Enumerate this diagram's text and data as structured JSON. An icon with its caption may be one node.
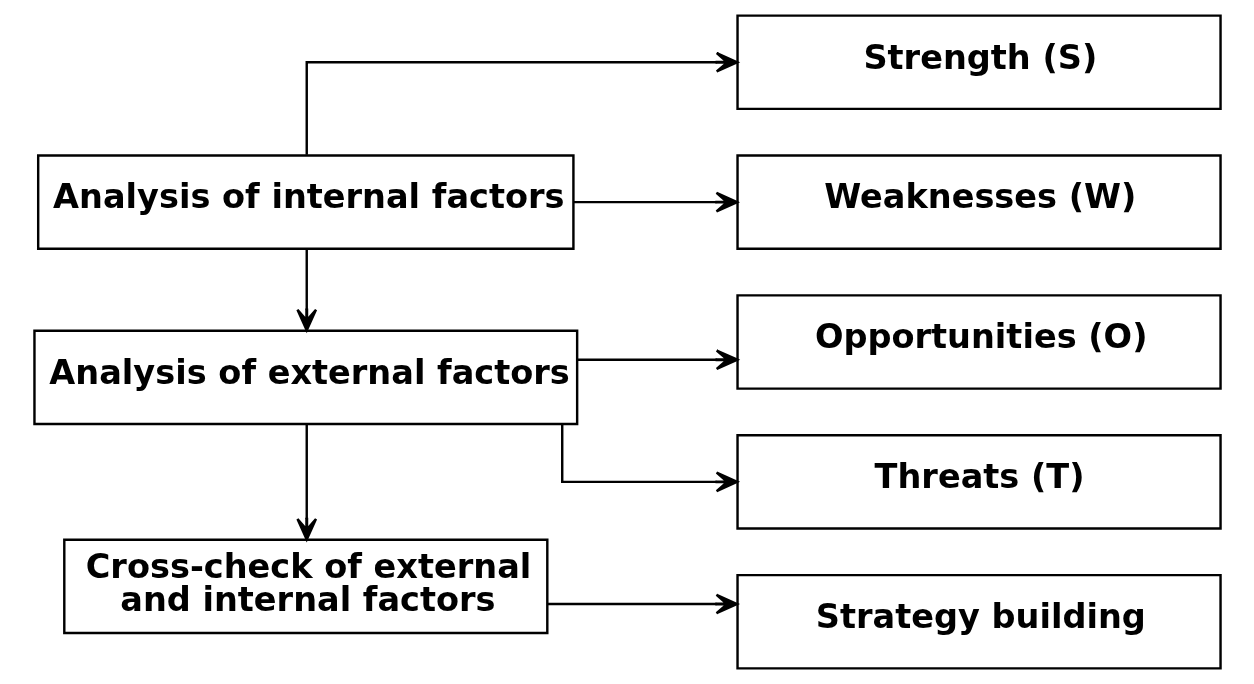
{
  "diagram": {
    "nodes": [
      {
        "text": [
          "Analysis of internal factors"
        ]
      },
      {
        "text": [
          "Strength (S)"
        ]
      },
      {
        "text": [
          "Weaknesses (W)"
        ]
      },
      {
        "text": [
          "Analysis of external factors"
        ]
      },
      {
        "text": [
          "Opportunities (O)"
        ]
      },
      {
        "text": [
          "Threats (T)"
        ]
      },
      {
        "text": [
          "Cross-check of external and internal factors"
        ]
      },
      {
        "text": [
          "Strategy building"
        ]
      }
    ],
    "edges": [
      {
        "from": 0,
        "to": 1,
        "arrow": "to"
      },
      {
        "from": 0,
        "to": 2,
        "arrow": "to"
      },
      {
        "from": 0,
        "to": 3,
        "arrow": "to"
      },
      {
        "from": 3,
        "to": 4,
        "arrow": "to"
      },
      {
        "from": 3,
        "to": 5,
        "arrow": "to"
      },
      {
        "from": 3,
        "to": 6,
        "arrow": "to"
      },
      {
        "from": 6,
        "to": 7,
        "arrow": "to"
      }
    ]
  }
}
